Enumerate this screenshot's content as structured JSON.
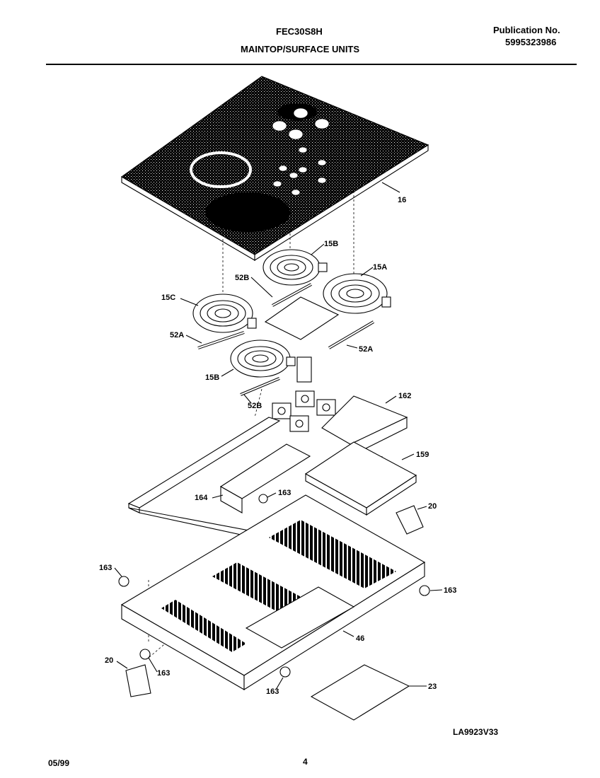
{
  "header": {
    "model": "FEC30S8H",
    "section": "MAINTOP/SURFACE UNITS",
    "publication_label": "Publication No.",
    "publication_number": "5995323986"
  },
  "footer": {
    "date": "05/99",
    "page": "4",
    "diagram_id": "LA9923V33"
  },
  "callouts": {
    "c16": "16",
    "c15B_top": "15B",
    "c15A": "15A",
    "c52B_top": "52B",
    "c15C": "15C",
    "c52A_left": "52A",
    "c52A_right": "52A",
    "c15B_bottom": "15B",
    "c52B_bottom": "52B",
    "c162": "162",
    "c159": "159",
    "c164": "164",
    "c163_center": "163",
    "c20_right": "20",
    "c163_left": "163",
    "c163_right": "163",
    "c46": "46",
    "c20_left": "20",
    "c163_bottom_left": "163",
    "c163_bottom": "163",
    "c23": "23"
  }
}
